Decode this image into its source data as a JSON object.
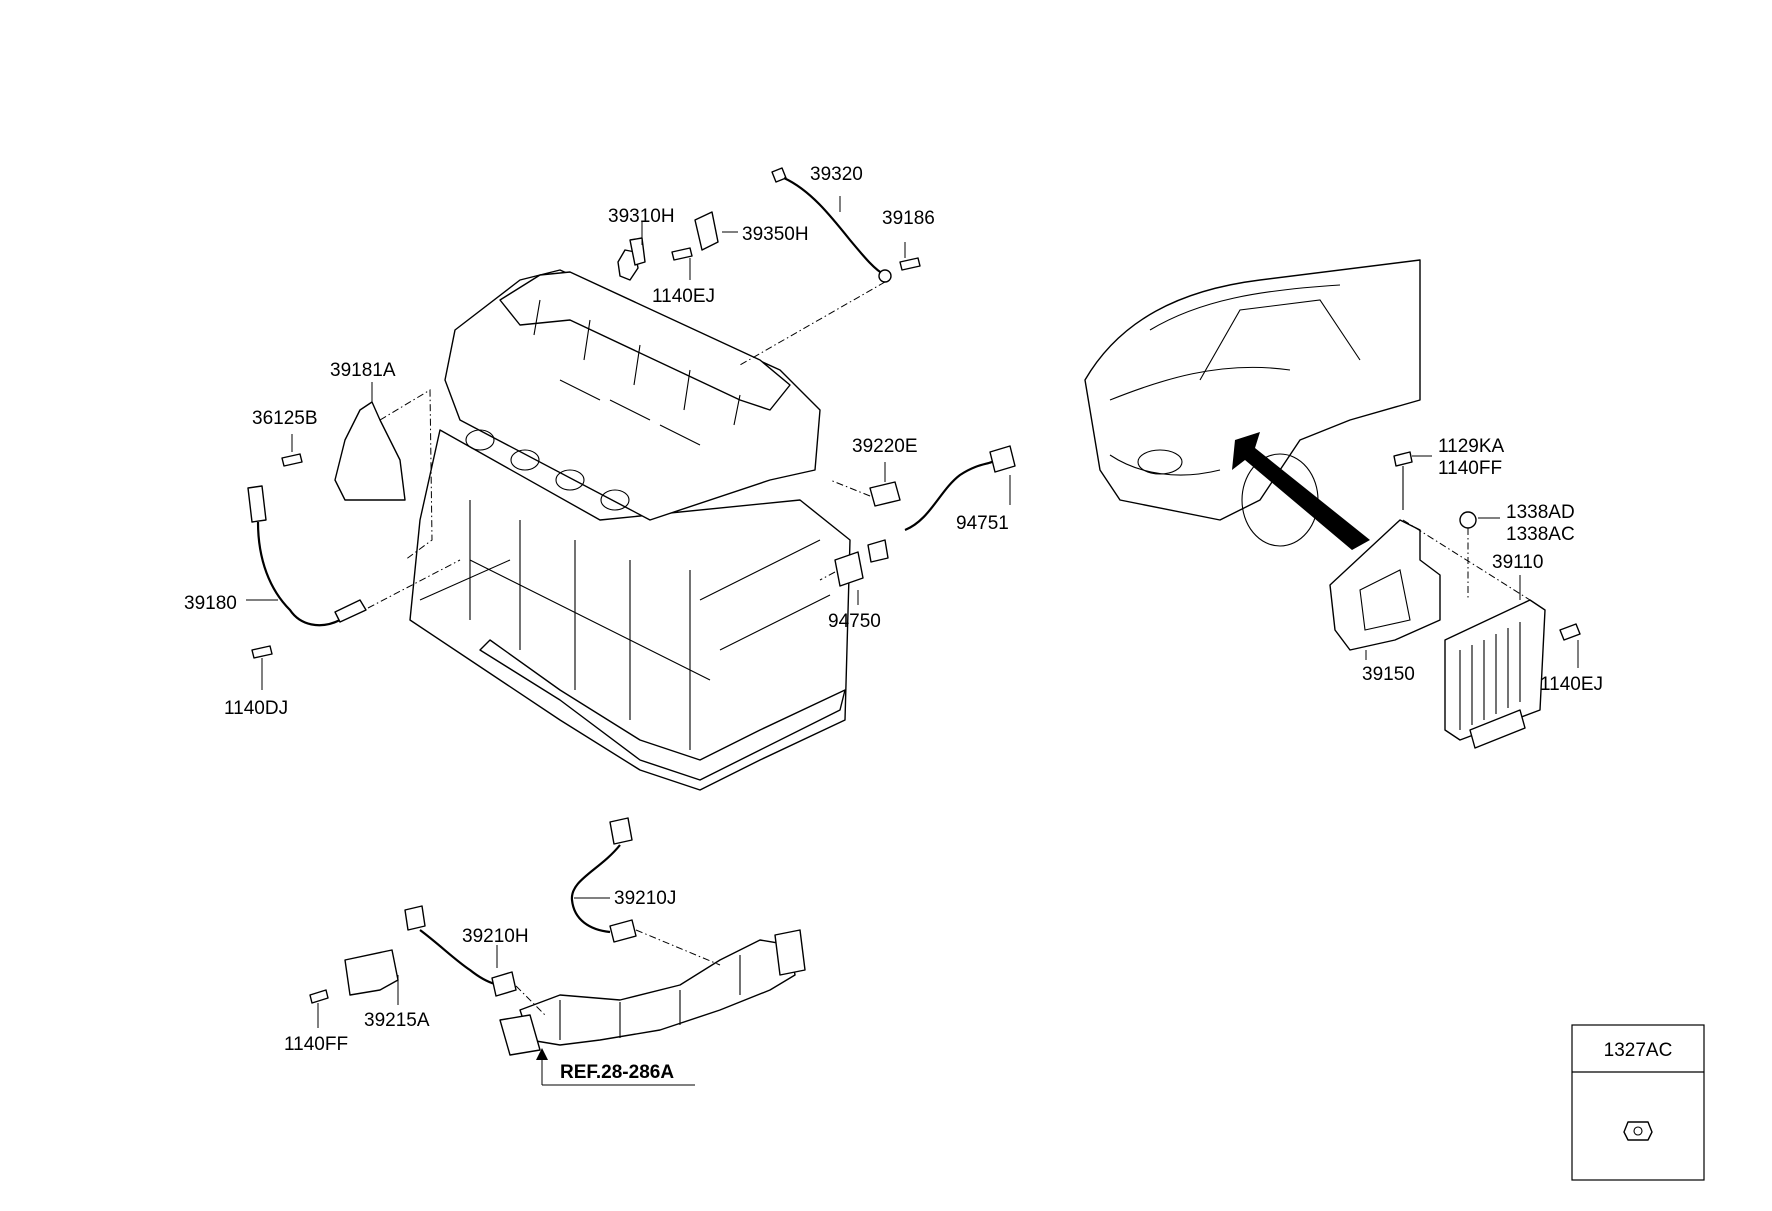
{
  "callouts": {
    "p39320": "39320",
    "p39310H": "39310H",
    "p39350H": "39350H",
    "p39186": "39186",
    "p1140EJ_top": "1140EJ",
    "p39181A": "39181A",
    "p36125B": "36125B",
    "p39180": "39180",
    "p1140DJ": "1140DJ",
    "p39220E": "39220E",
    "p94751": "94751",
    "p94750": "94750",
    "p39210J": "39210J",
    "p39210H": "39210H",
    "p39215A": "39215A",
    "p1140FF_bottom": "1140FF",
    "ref_label": "REF.28-286A",
    "p1129KA": "1129KA",
    "p1140FF_right": "1140FF",
    "p1338AD": "1338AD",
    "p1338AC": "1338AC",
    "p39110": "39110",
    "p39150": "39150",
    "p1140EJ_right": "1140EJ"
  },
  "legend_box": {
    "part_number": "1327AC",
    "icon": "flange-nut-icon"
  }
}
